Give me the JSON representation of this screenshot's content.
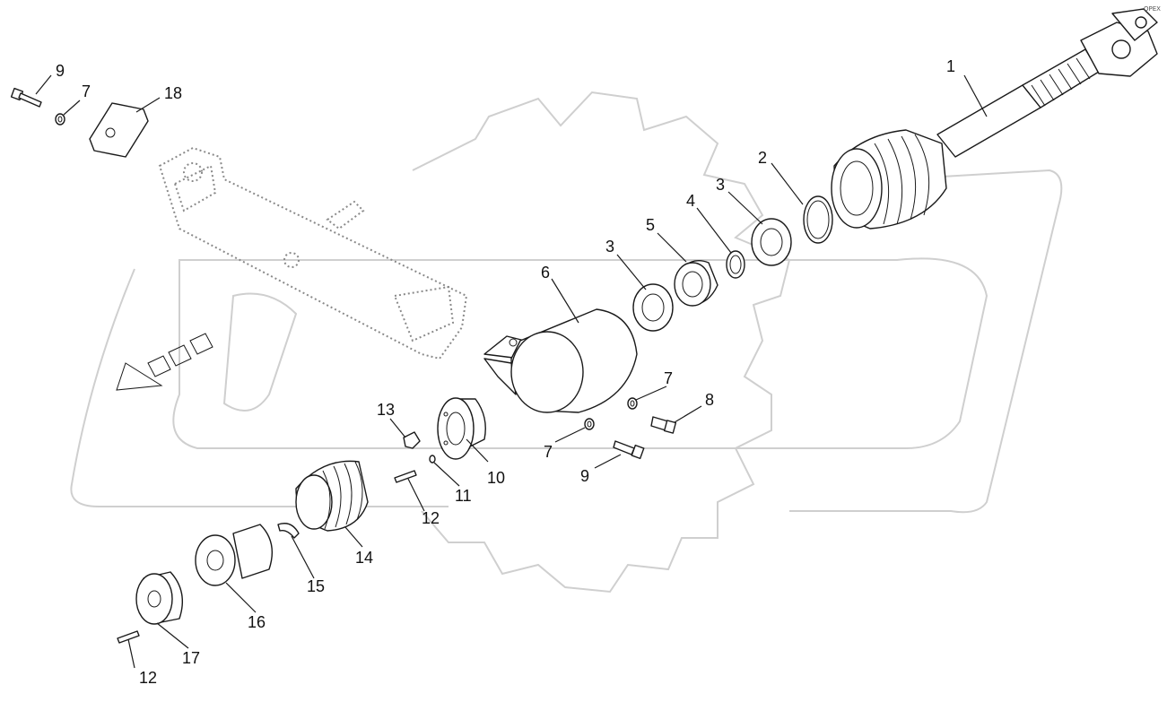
{
  "diagram": {
    "watermark": "OPEX",
    "corner_mark": "OPEX",
    "callouts": [
      "1",
      "2",
      "3",
      "3",
      "4",
      "5",
      "6",
      "7",
      "7",
      "7",
      "8",
      "9",
      "9",
      "10",
      "11",
      "12",
      "12",
      "13",
      "14",
      "15",
      "16",
      "17",
      "18"
    ]
  }
}
